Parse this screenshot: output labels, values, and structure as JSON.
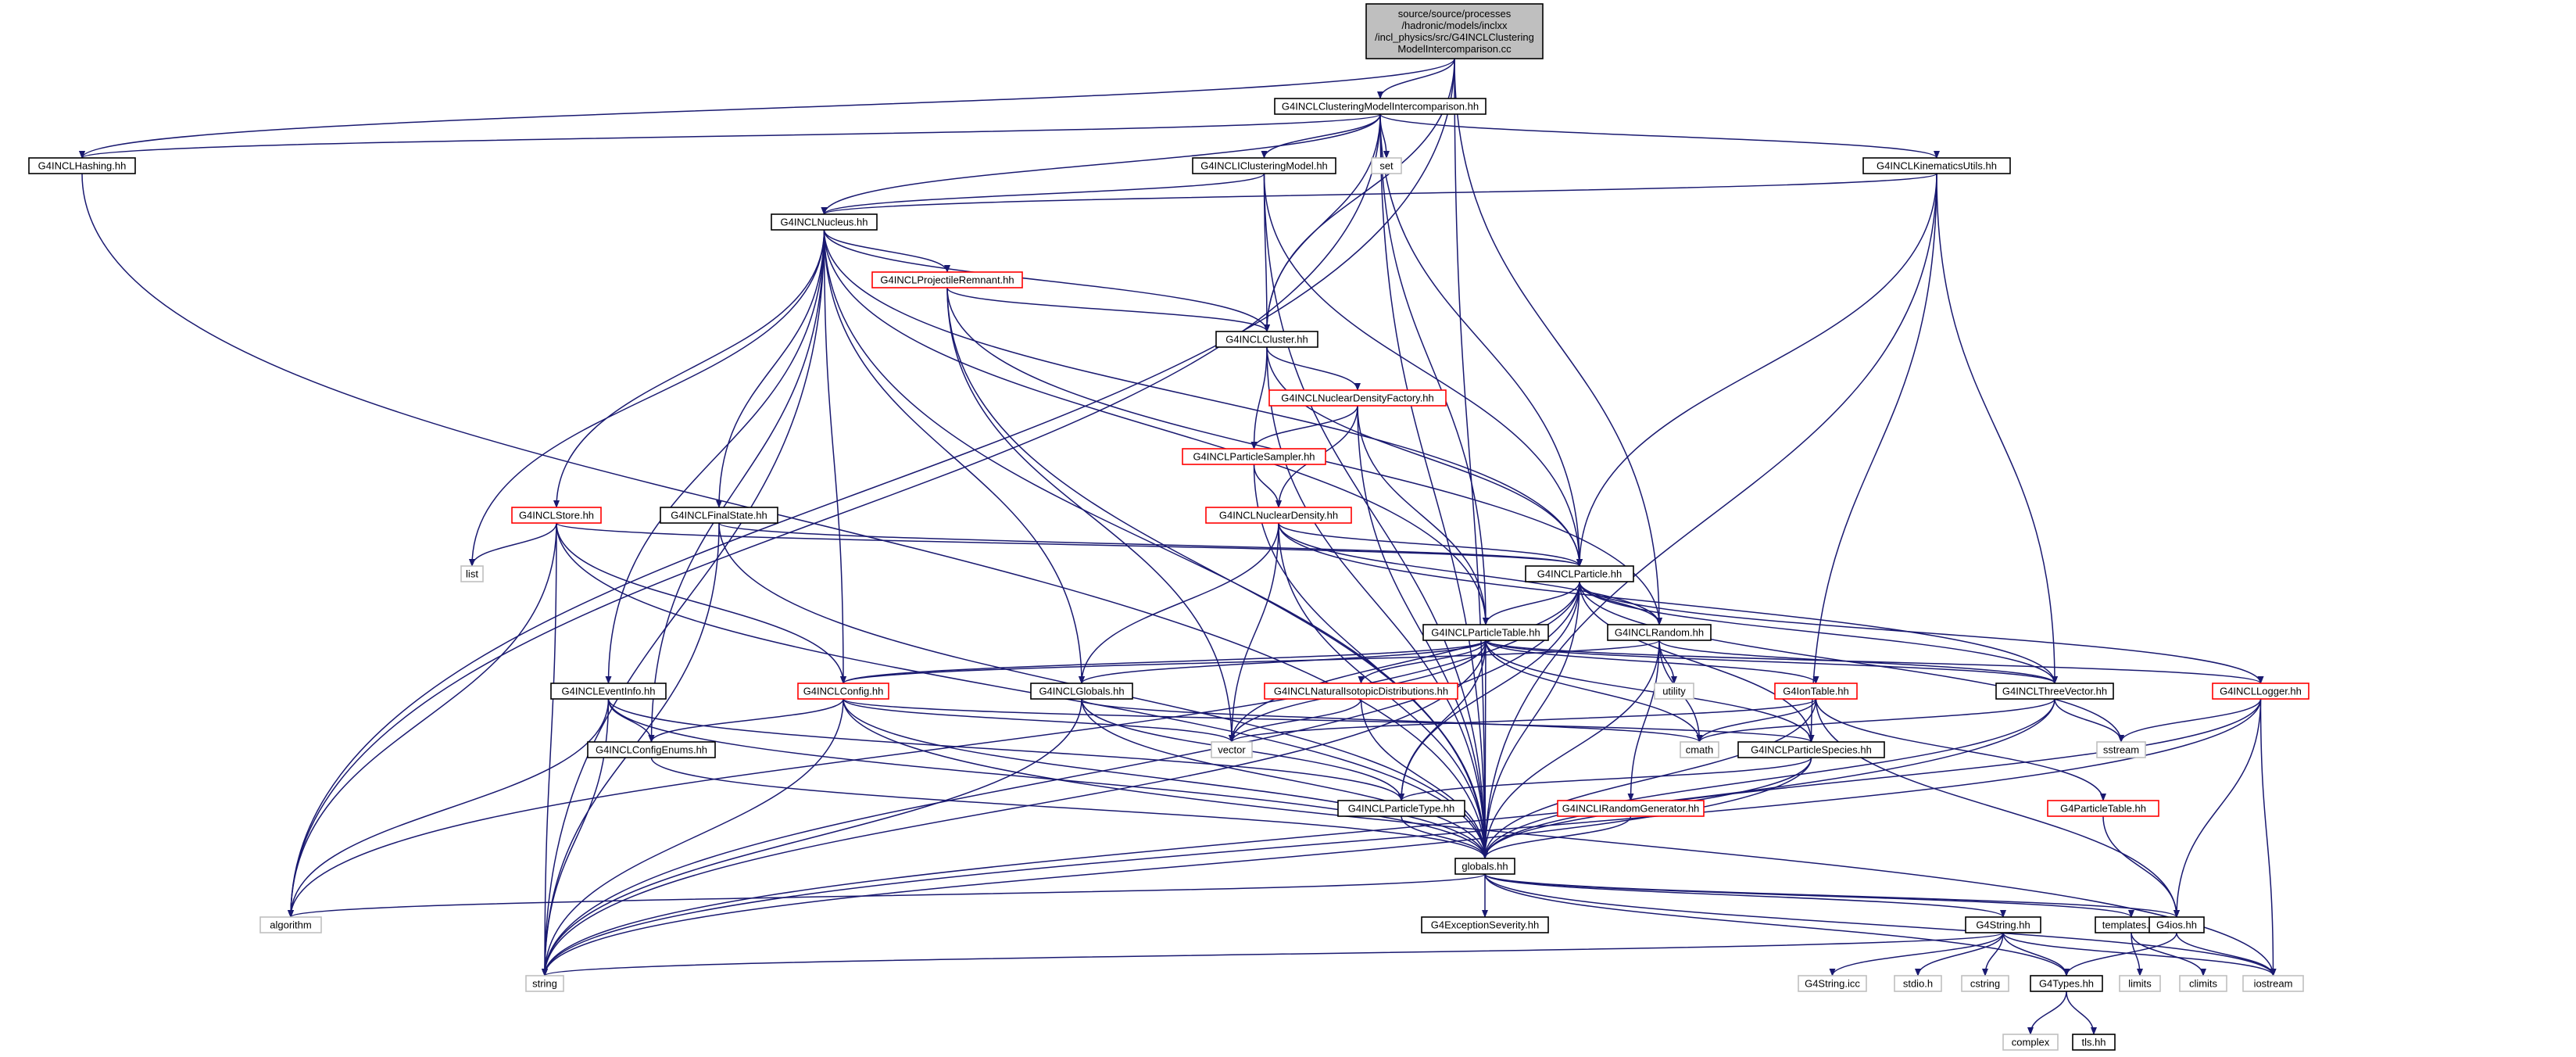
{
  "colors": {
    "edge": "#191970",
    "box_border_normal": "#000000",
    "box_border_truncated": "#ff0000",
    "box_border_external": "#bfbfbf",
    "root_fill": "#bfbfbf",
    "box_fill": "#ffffff"
  },
  "nodes": [
    {
      "id": "root",
      "kind": "root",
      "lines": [
        "source/source/processes",
        "/hadronic/models/inclxx",
        "/incl_physics/src/G4INCLClustering",
        "ModelIntercomparison.cc"
      ]
    },
    {
      "id": "g4incl_clustering_model_intercomparison",
      "kind": "normal",
      "lines": [
        "G4INCLClusteringModelIntercomparison.hh"
      ]
    },
    {
      "id": "g4incl_hashing",
      "kind": "normal",
      "lines": [
        "G4INCLHashing.hh"
      ]
    },
    {
      "id": "set",
      "kind": "external",
      "lines": [
        "set"
      ]
    },
    {
      "id": "g4incl_iclustering_model",
      "kind": "normal",
      "lines": [
        "G4INCLIClusteringModel.hh"
      ]
    },
    {
      "id": "g4incl_kinematics_utils",
      "kind": "normal",
      "lines": [
        "G4INCLKinematicsUtils.hh"
      ]
    },
    {
      "id": "g4incl_nucleus",
      "kind": "normal",
      "lines": [
        "G4INCLNucleus.hh"
      ]
    },
    {
      "id": "g4incl_projectile_remnant",
      "kind": "truncated",
      "lines": [
        "G4INCLProjectileRemnant.hh"
      ]
    },
    {
      "id": "g4incl_cluster",
      "kind": "normal",
      "lines": [
        "G4INCLCluster.hh"
      ]
    },
    {
      "id": "g4incl_nuclear_density_factory",
      "kind": "truncated",
      "lines": [
        "G4INCLNuclearDensityFactory.hh"
      ]
    },
    {
      "id": "g4incl_particle_sampler",
      "kind": "truncated",
      "lines": [
        "G4INCLParticleSampler.hh"
      ]
    },
    {
      "id": "g4incl_nuclear_density",
      "kind": "truncated",
      "lines": [
        "G4INCLNuclearDensity.hh"
      ]
    },
    {
      "id": "g4incl_store",
      "kind": "truncated",
      "lines": [
        "G4INCLStore.hh"
      ]
    },
    {
      "id": "g4incl_final_state",
      "kind": "normal",
      "lines": [
        "G4INCLFinalState.hh"
      ]
    },
    {
      "id": "list",
      "kind": "external",
      "lines": [
        "list"
      ]
    },
    {
      "id": "g4incl_particle",
      "kind": "normal",
      "lines": [
        "G4INCLParticle.hh"
      ]
    },
    {
      "id": "g4incl_particle_table",
      "kind": "normal",
      "lines": [
        "G4INCLParticleTable.hh"
      ]
    },
    {
      "id": "g4incl_random",
      "kind": "normal",
      "lines": [
        "G4INCLRandom.hh"
      ]
    },
    {
      "id": "g4incl_event_info",
      "kind": "normal",
      "lines": [
        "G4INCLEventInfo.hh"
      ]
    },
    {
      "id": "g4incl_config",
      "kind": "truncated",
      "lines": [
        "G4INCLConfig.hh"
      ]
    },
    {
      "id": "g4incl_globals",
      "kind": "normal",
      "lines": [
        "G4INCLGlobals.hh"
      ]
    },
    {
      "id": "g4incl_natural_isotopic_distributions",
      "kind": "truncated",
      "lines": [
        "G4INCLNaturalIsotopicDistributions.hh"
      ]
    },
    {
      "id": "utility",
      "kind": "external",
      "lines": [
        "utility"
      ]
    },
    {
      "id": "g4ion_table",
      "kind": "truncated",
      "lines": [
        "G4IonTable.hh"
      ]
    },
    {
      "id": "g4incl_three_vector",
      "kind": "normal",
      "lines": [
        "G4INCLThreeVector.hh"
      ]
    },
    {
      "id": "g4incl_logger",
      "kind": "truncated",
      "lines": [
        "G4INCLLogger.hh"
      ]
    },
    {
      "id": "g4incl_config_enums",
      "kind": "normal",
      "lines": [
        "G4INCLConfigEnums.hh"
      ]
    },
    {
      "id": "vector",
      "kind": "external",
      "lines": [
        "vector"
      ]
    },
    {
      "id": "cmath",
      "kind": "external",
      "lines": [
        "cmath"
      ]
    },
    {
      "id": "g4incl_particle_species",
      "kind": "normal",
      "lines": [
        "G4INCLParticleSpecies.hh"
      ]
    },
    {
      "id": "sstream",
      "kind": "external",
      "lines": [
        "sstream"
      ]
    },
    {
      "id": "g4incl_irandom_generator",
      "kind": "truncated",
      "lines": [
        "G4INCLIRandomGenerator.hh"
      ]
    },
    {
      "id": "g4particle_table",
      "kind": "truncated",
      "lines": [
        "G4ParticleTable.hh"
      ]
    },
    {
      "id": "g4incl_particle_type",
      "kind": "normal",
      "lines": [
        "G4INCLParticleType.hh"
      ]
    },
    {
      "id": "globals",
      "kind": "normal",
      "lines": [
        "globals.hh"
      ]
    },
    {
      "id": "algorithm",
      "kind": "external",
      "lines": [
        "algorithm"
      ]
    },
    {
      "id": "g4exception_severity",
      "kind": "normal",
      "lines": [
        "G4ExceptionSeverity.hh"
      ]
    },
    {
      "id": "g4string",
      "kind": "normal",
      "lines": [
        "G4String.hh"
      ]
    },
    {
      "id": "templates",
      "kind": "normal",
      "lines": [
        "templates.hh"
      ]
    },
    {
      "id": "g4ios",
      "kind": "normal",
      "lines": [
        "G4ios.hh"
      ]
    },
    {
      "id": "string",
      "kind": "external",
      "lines": [
        "string"
      ]
    },
    {
      "id": "g4string_icc",
      "kind": "external",
      "lines": [
        "G4String.icc"
      ]
    },
    {
      "id": "stdio",
      "kind": "external",
      "lines": [
        "stdio.h"
      ]
    },
    {
      "id": "cstring",
      "kind": "external",
      "lines": [
        "cstring"
      ]
    },
    {
      "id": "g4types",
      "kind": "normal",
      "lines": [
        "G4Types.hh"
      ]
    },
    {
      "id": "limits",
      "kind": "external",
      "lines": [
        "limits"
      ]
    },
    {
      "id": "climits",
      "kind": "external",
      "lines": [
        "climits"
      ]
    },
    {
      "id": "iostream",
      "kind": "external",
      "lines": [
        "iostream"
      ]
    },
    {
      "id": "complex",
      "kind": "external",
      "lines": [
        "complex"
      ]
    },
    {
      "id": "tls",
      "kind": "normal",
      "lines": [
        "tls.hh"
      ]
    }
  ],
  "edges": [
    [
      "root",
      "g4incl_clustering_model_intercomparison"
    ],
    [
      "root",
      "g4incl_hashing"
    ],
    [
      "root",
      "algorithm"
    ],
    [
      "root",
      "g4incl_cluster"
    ],
    [
      "root",
      "g4incl_random"
    ],
    [
      "root",
      "globals"
    ],
    [
      "g4incl_clustering_model_intercomparison",
      "g4incl_hashing"
    ],
    [
      "g4incl_clustering_model_intercomparison",
      "set"
    ],
    [
      "g4incl_clustering_model_intercomparison",
      "g4incl_iclustering_model"
    ],
    [
      "g4incl_clustering_model_intercomparison",
      "g4incl_kinematics_utils"
    ],
    [
      "g4incl_clustering_model_intercomparison",
      "g4incl_nucleus"
    ],
    [
      "g4incl_clustering_model_intercomparison",
      "g4incl_cluster"
    ],
    [
      "g4incl_clustering_model_intercomparison",
      "g4incl_particle"
    ],
    [
      "g4incl_clustering_model_intercomparison",
      "g4incl_particle_table"
    ],
    [
      "g4incl_clustering_model_intercomparison",
      "algorithm"
    ],
    [
      "g4incl_clustering_model_intercomparison",
      "globals"
    ],
    [
      "g4incl_hashing",
      "globals"
    ],
    [
      "g4incl_iclustering_model",
      "g4incl_nucleus"
    ],
    [
      "g4incl_iclustering_model",
      "g4incl_cluster"
    ],
    [
      "g4incl_iclustering_model",
      "g4incl_particle"
    ],
    [
      "g4incl_iclustering_model",
      "globals"
    ],
    [
      "g4incl_kinematics_utils",
      "g4incl_nucleus"
    ],
    [
      "g4incl_kinematics_utils",
      "g4incl_particle"
    ],
    [
      "g4incl_kinematics_utils",
      "g4incl_three_vector"
    ],
    [
      "g4incl_kinematics_utils",
      "g4incl_particle_species"
    ],
    [
      "g4incl_kinematics_utils",
      "globals"
    ],
    [
      "g4incl_nucleus",
      "g4incl_projectile_remnant"
    ],
    [
      "g4incl_nucleus",
      "g4incl_cluster"
    ],
    [
      "g4incl_nucleus",
      "g4incl_store"
    ],
    [
      "g4incl_nucleus",
      "g4incl_final_state"
    ],
    [
      "g4incl_nucleus",
      "list"
    ],
    [
      "g4incl_nucleus",
      "g4incl_particle"
    ],
    [
      "g4incl_nucleus",
      "g4incl_particle_table"
    ],
    [
      "g4incl_nucleus",
      "g4incl_event_info"
    ],
    [
      "g4incl_nucleus",
      "g4incl_config"
    ],
    [
      "g4incl_nucleus",
      "g4incl_globals"
    ],
    [
      "g4incl_nucleus",
      "g4incl_config_enums"
    ],
    [
      "g4incl_nucleus",
      "globals"
    ],
    [
      "g4incl_nucleus",
      "string"
    ],
    [
      "g4incl_projectile_remnant",
      "g4incl_cluster"
    ],
    [
      "g4incl_projectile_remnant",
      "g4incl_random"
    ],
    [
      "g4incl_projectile_remnant",
      "vector"
    ],
    [
      "g4incl_projectile_remnant",
      "globals"
    ],
    [
      "g4incl_cluster",
      "g4incl_nuclear_density_factory"
    ],
    [
      "g4incl_cluster",
      "g4incl_particle_sampler"
    ],
    [
      "g4incl_cluster",
      "g4incl_particle"
    ],
    [
      "g4incl_cluster",
      "globals"
    ],
    [
      "g4incl_nuclear_density_factory",
      "g4incl_particle_sampler"
    ],
    [
      "g4incl_nuclear_density_factory",
      "g4incl_nuclear_density"
    ],
    [
      "g4incl_nuclear_density_factory",
      "g4incl_particle_table"
    ],
    [
      "g4incl_nuclear_density_factory",
      "globals"
    ],
    [
      "g4incl_particle_sampler",
      "g4incl_nuclear_density"
    ],
    [
      "g4incl_particle_sampler",
      "globals"
    ],
    [
      "g4incl_nuclear_density",
      "g4incl_particle"
    ],
    [
      "g4incl_nuclear_density",
      "g4incl_three_vector"
    ],
    [
      "g4incl_nuclear_density",
      "g4incl_globals"
    ],
    [
      "g4incl_nuclear_density",
      "g4incl_random"
    ],
    [
      "g4incl_nuclear_density",
      "vector"
    ],
    [
      "g4incl_nuclear_density",
      "globals"
    ],
    [
      "g4incl_store",
      "list"
    ],
    [
      "g4incl_store",
      "g4incl_particle"
    ],
    [
      "g4incl_store",
      "g4incl_config"
    ],
    [
      "g4incl_store",
      "algorithm"
    ],
    [
      "g4incl_store",
      "string"
    ],
    [
      "g4incl_store",
      "globals"
    ],
    [
      "g4incl_final_state",
      "g4incl_particle"
    ],
    [
      "g4incl_final_state",
      "string"
    ],
    [
      "g4incl_final_state",
      "globals"
    ],
    [
      "g4incl_particle",
      "g4incl_particle_table"
    ],
    [
      "g4incl_particle",
      "g4incl_random"
    ],
    [
      "g4incl_particle",
      "g4incl_three_vector"
    ],
    [
      "g4incl_particle",
      "g4incl_particle_species"
    ],
    [
      "g4incl_particle",
      "g4incl_logger"
    ],
    [
      "g4incl_particle",
      "g4incl_particle_type"
    ],
    [
      "g4incl_particle",
      "vector"
    ],
    [
      "g4incl_particle",
      "sstream"
    ],
    [
      "g4incl_particle",
      "algorithm"
    ],
    [
      "g4incl_particle",
      "string"
    ],
    [
      "g4incl_particle",
      "globals"
    ],
    [
      "g4incl_particle_table",
      "g4incl_three_vector"
    ],
    [
      "g4incl_particle_table",
      "g4incl_particle_species"
    ],
    [
      "g4incl_particle_table",
      "g4incl_config"
    ],
    [
      "g4incl_particle_table",
      "g4incl_globals"
    ],
    [
      "g4incl_particle_table",
      "g4incl_natural_isotopic_distributions"
    ],
    [
      "g4incl_particle_table",
      "g4ion_table"
    ],
    [
      "g4incl_particle_table",
      "g4incl_logger"
    ],
    [
      "g4incl_particle_table",
      "g4incl_particle_type"
    ],
    [
      "g4incl_particle_table",
      "vector"
    ],
    [
      "g4incl_particle_table",
      "cmath"
    ],
    [
      "g4incl_particle_table",
      "string"
    ],
    [
      "g4incl_particle_table",
      "globals"
    ],
    [
      "g4incl_random",
      "utility"
    ],
    [
      "g4incl_random",
      "cmath"
    ],
    [
      "g4incl_random",
      "g4incl_three_vector"
    ],
    [
      "g4incl_random",
      "g4incl_irandom_generator"
    ],
    [
      "g4incl_random",
      "g4incl_config"
    ],
    [
      "g4incl_random",
      "globals"
    ],
    [
      "g4incl_event_info",
      "g4incl_particle_type"
    ],
    [
      "g4incl_event_info",
      "g4incl_config_enums"
    ],
    [
      "g4incl_event_info",
      "algorithm"
    ],
    [
      "g4incl_event_info",
      "string"
    ],
    [
      "g4incl_event_info",
      "globals"
    ],
    [
      "g4incl_config",
      "g4incl_config_enums"
    ],
    [
      "g4incl_config",
      "g4incl_particle_species"
    ],
    [
      "g4incl_config",
      "vector"
    ],
    [
      "g4incl_config",
      "string"
    ],
    [
      "g4incl_config",
      "iostream"
    ],
    [
      "g4incl_config",
      "globals"
    ],
    [
      "g4incl_globals",
      "g4incl_particle_type"
    ],
    [
      "g4incl_globals",
      "cmath"
    ],
    [
      "g4incl_globals",
      "string"
    ],
    [
      "g4incl_globals",
      "globals"
    ],
    [
      "g4incl_natural_isotopic_distributions",
      "vector"
    ],
    [
      "g4incl_natural_isotopic_distributions",
      "globals"
    ],
    [
      "g4ion_table",
      "g4particle_table"
    ],
    [
      "g4ion_table",
      "g4ios"
    ],
    [
      "g4ion_table",
      "vector"
    ],
    [
      "g4ion_table",
      "cmath"
    ],
    [
      "g4ion_table",
      "globals"
    ],
    [
      "g4incl_three_vector",
      "cmath"
    ],
    [
      "g4incl_three_vector",
      "sstream"
    ],
    [
      "g4incl_three_vector",
      "string"
    ],
    [
      "g4incl_three_vector",
      "globals"
    ],
    [
      "g4incl_logger",
      "sstream"
    ],
    [
      "g4incl_logger",
      "g4ios"
    ],
    [
      "g4incl_logger",
      "iostream"
    ],
    [
      "g4incl_logger",
      "string"
    ],
    [
      "g4incl_logger",
      "globals"
    ],
    [
      "g4incl_config_enums",
      "globals"
    ],
    [
      "g4incl_particle_species",
      "g4incl_particle_type"
    ],
    [
      "g4incl_particle_species",
      "string"
    ],
    [
      "g4incl_particle_species",
      "globals"
    ],
    [
      "g4incl_irandom_generator",
      "globals"
    ],
    [
      "g4particle_table",
      "g4ios"
    ],
    [
      "g4incl_particle_type",
      "globals"
    ],
    [
      "globals",
      "algorithm"
    ],
    [
      "globals",
      "g4exception_severity"
    ],
    [
      "globals",
      "g4string"
    ],
    [
      "globals",
      "templates"
    ],
    [
      "globals",
      "g4ios"
    ],
    [
      "globals",
      "g4types"
    ],
    [
      "globals",
      "iostream"
    ],
    [
      "g4string",
      "g4string_icc"
    ],
    [
      "g4string",
      "stdio"
    ],
    [
      "g4string",
      "cstring"
    ],
    [
      "g4string",
      "g4types"
    ],
    [
      "g4string",
      "string"
    ],
    [
      "g4string",
      "iostream"
    ],
    [
      "templates",
      "limits"
    ],
    [
      "templates",
      "climits"
    ],
    [
      "g4ios",
      "g4types"
    ],
    [
      "g4ios",
      "iostream"
    ],
    [
      "g4types",
      "complex"
    ],
    [
      "g4types",
      "tls"
    ]
  ]
}
